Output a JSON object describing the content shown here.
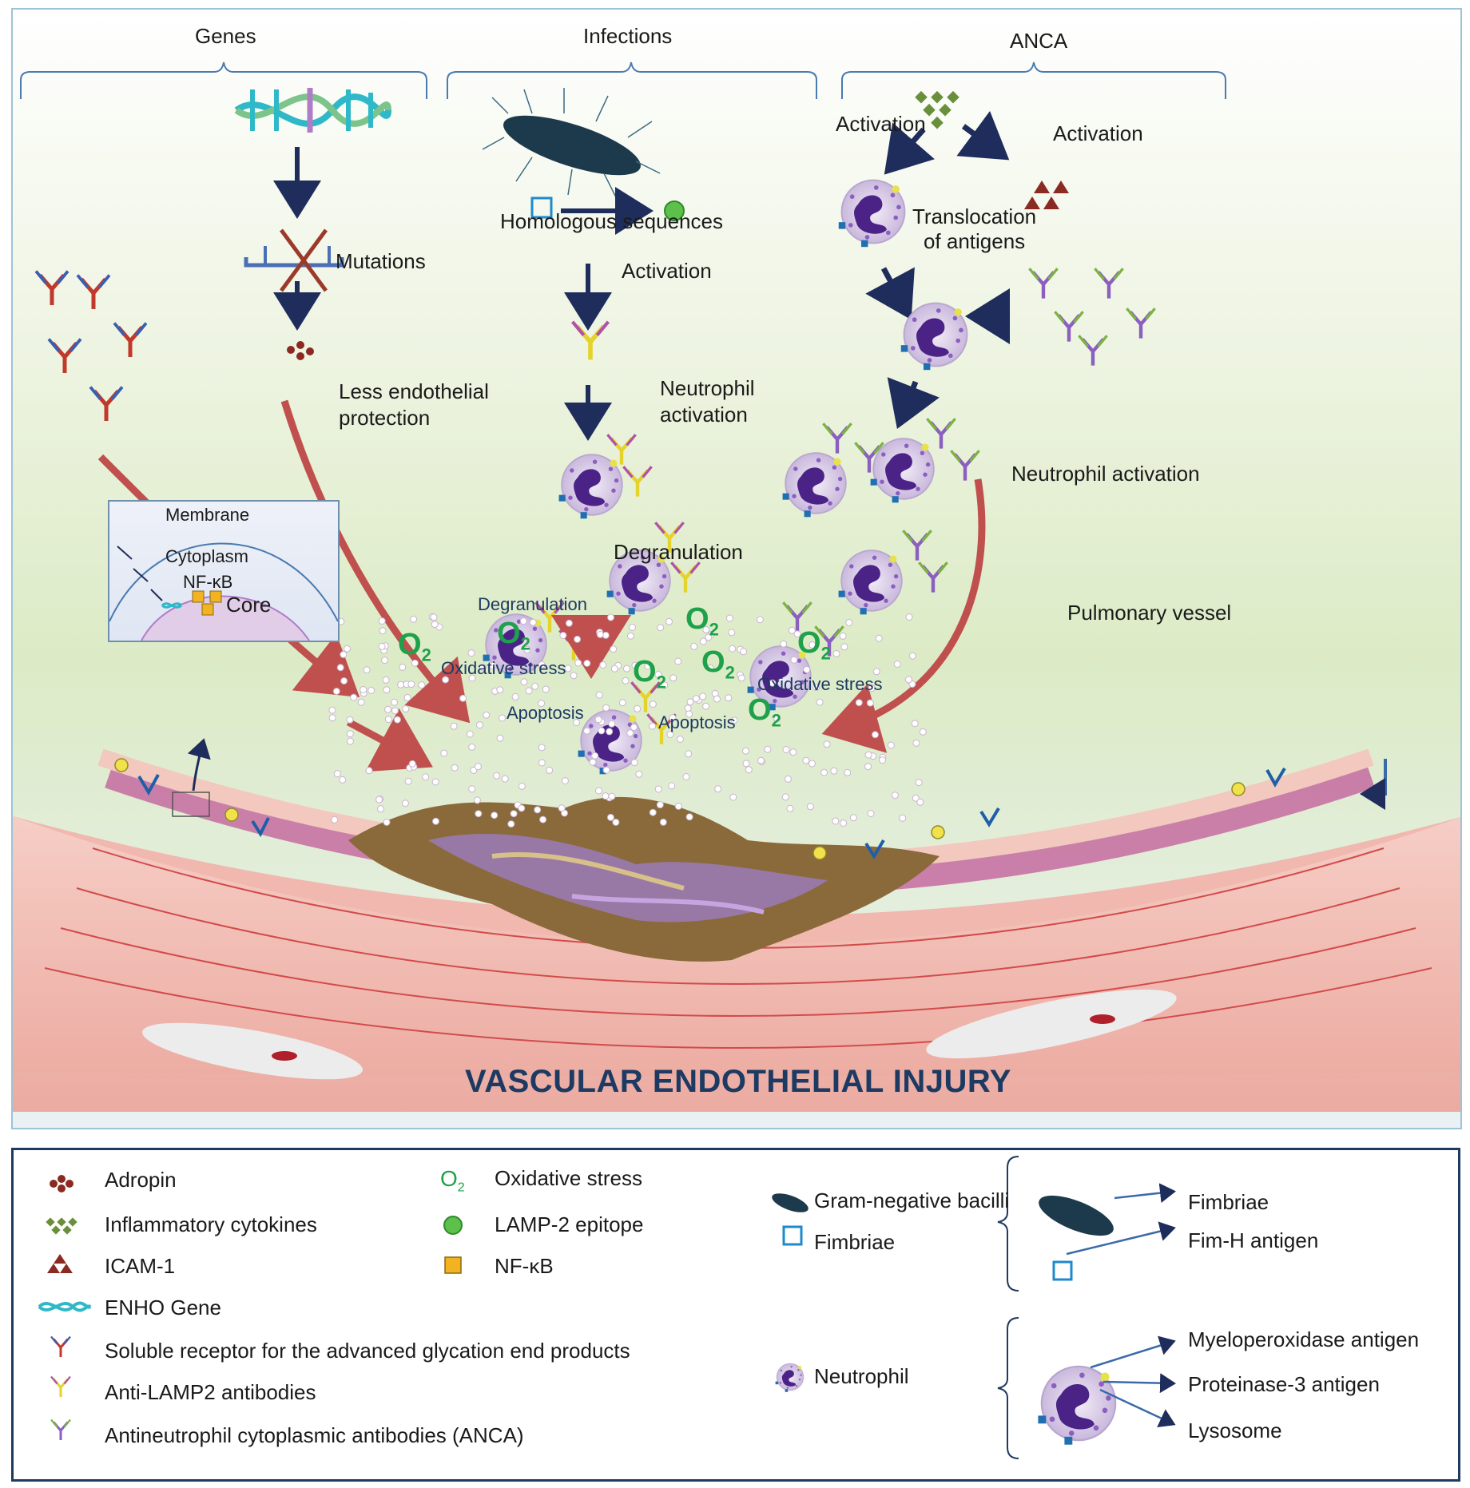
{
  "top_labels": {
    "genes": "Genes",
    "infections": "Infections",
    "anca": "ANCA"
  },
  "labels": {
    "mutations": "Mutations",
    "homologous_sequences": "Homologous sequences",
    "activation_infection": "Activation",
    "activation_left": "Activation",
    "activation_right": "Activation",
    "translocation": "Translocation\nof antigens",
    "less_endothelial": "Less endothelial\nprotection",
    "neutrophil_activation_center": "Neutrophil\nactivation",
    "neutrophil_activation_right": "Neutrophil activation",
    "degranulation_main": "Degranulation",
    "degranulation_small": "Degranulation",
    "pulmonary_vessel": "Pulmonary vessel",
    "oxidative_stress_1": "Oxidative stress",
    "oxidative_stress_2": "Oxidative stress",
    "apoptosis_1": "Apoptosis",
    "apoptosis_2": "Apoptosis",
    "o2": "O",
    "o2_sub": "2"
  },
  "inset": {
    "membrane": "Membrane",
    "cytoplasm": "Cytoplasm",
    "nfkb": "NF-κB",
    "core": "Core"
  },
  "title": "VASCULAR ENDOTHELIAL INJURY",
  "legend": {
    "col1": [
      {
        "icon": "adropin-icon",
        "label": "Adropin"
      },
      {
        "icon": "cytokines-icon",
        "label": "Inflammatory cytokines"
      },
      {
        "icon": "icam-icon",
        "label": "ICAM-1"
      },
      {
        "icon": "dna-icon",
        "label": "ENHO Gene"
      },
      {
        "icon": "receptor-red-icon",
        "label": "Soluble receptor for the advanced glycation end products"
      },
      {
        "icon": "antibody-yellow-icon",
        "label": "Anti-LAMP2 antibodies"
      },
      {
        "icon": "antibody-purple-icon",
        "label": "Antineutrophil cytoplasmic antibodies (ANCA)"
      }
    ],
    "col2": [
      {
        "icon": "o2-icon",
        "label": "Oxidative stress"
      },
      {
        "icon": "lamp2-epitope-icon",
        "label": "LAMP-2 epitope"
      },
      {
        "icon": "nfkb-square-icon",
        "label": "NF-κB"
      }
    ],
    "col3": [
      {
        "icon": "bacilli-icon",
        "label": "Gram-negative bacilli"
      },
      {
        "icon": "fimbriae-square-icon",
        "label": "Fimbriae"
      },
      {
        "icon": "neutrophil-icon",
        "label": "Neutrophil"
      }
    ],
    "bacilli_detail": [
      "Fimbriae",
      "Fim-H antigen"
    ],
    "neutrophil_detail": [
      "Myeloperoxidase antigen",
      "Proteinase-3 antigen",
      "Lysosome"
    ]
  },
  "colors": {
    "red_arrow": "#c0504d",
    "navy_arrow": "#1f2d5c",
    "green_o2": "#1ea14a",
    "title_blue": "#1d3a62",
    "legend_border": "#1f3a5f",
    "neutrophil_purple": "#5a2d91"
  }
}
